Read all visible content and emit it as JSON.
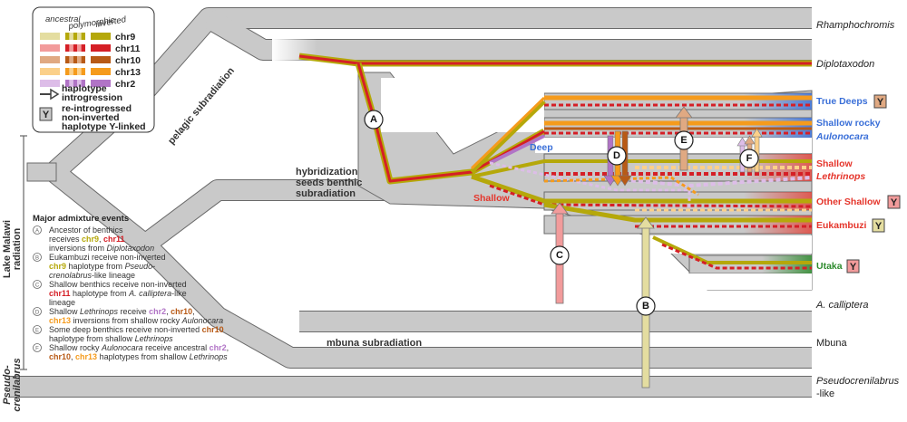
{
  "colors": {
    "band": "#c9c9c9",
    "band_stroke": "#6a6a6a",
    "chr9": "#b5a80a",
    "chr9_anc": "#e4dda0",
    "chr11": "#d51f26",
    "chr11_anc": "#f29b9b",
    "chr10": "#b85a16",
    "chr10_anc": "#e0a982",
    "chr13": "#f59b1c",
    "chr13_anc": "#fbd08a",
    "chr2": "#b174c6",
    "chr2_anc": "#ddbde8",
    "blue": "#3a6fd8",
    "red": "#e5352b",
    "green": "#2e8b2e"
  },
  "legend": {
    "col_ancestral": "ancestral",
    "col_polymorphic": "polymorphic",
    "col_inverted": "inverted",
    "chromosomes": [
      "chr9",
      "chr11",
      "chr10",
      "chr13",
      "chr2"
    ],
    "arrow_line1": "haplotype",
    "arrow_line2": "introgression",
    "y_badge": "Y",
    "y_line1": "re-introgressed",
    "y_line2": "non-inverted",
    "y_line3": "haplotype Y-linked"
  },
  "side": {
    "lake_malawi_line1": "Lake Malawi",
    "lake_malawi_line2": "radiation",
    "pseudo_line1": "Pseudo-",
    "pseudo_line2": "crenilabrus"
  },
  "subradiations": {
    "pelagic": "pelagic subradiation",
    "benthic_line1": "hybridization",
    "benthic_line2": "seeds benthic",
    "benthic_line3": "subradiation",
    "mbuna": "mbuna subradiation"
  },
  "lineages": {
    "deep": "Deep",
    "shallow": "Shallow"
  },
  "tips": {
    "rhamphochromis": "Rhamphochromis",
    "diplotaxodon": "Diplotaxodon",
    "true_deeps": "True Deeps",
    "shallow_rocky_1": "Shallow rocky",
    "shallow_rocky_2": "Aulonocara",
    "shallow_leth_1": "Shallow",
    "shallow_leth_2": "Lethrinops",
    "other_shallow": "Other Shallow",
    "eukambuzi": "Eukambuzi",
    "utaka": "Utaka",
    "a_calliptera": "A. calliptera",
    "mbuna": "Mbuna",
    "pseudo_like_1": "Pseudocrenilabrus",
    "pseudo_like_2": "-like",
    "badge_y": "Y"
  },
  "events_markers": [
    "A",
    "B",
    "C",
    "D",
    "E",
    "F"
  ],
  "events": {
    "title": "Major admixture events",
    "A": {
      "marker": "A",
      "l1": "Ancestor of benthics",
      "l2a": "receives ",
      "l2b": "chr9",
      "l2c": ", ",
      "l2d": "chr11",
      "l3a": "inversions from ",
      "l3b": "Diplotaxodon"
    },
    "B": {
      "marker": "B",
      "l1": "Eukambuzi receive non-inverted",
      "l2a": "chr9",
      "l2b": " haplotype from ",
      "l2c": "Pseudo-",
      "l3a": "crenolabrus",
      "l3b": "-like lineage"
    },
    "C": {
      "marker": "C",
      "l1": "Shallow benthics receive non-inverted",
      "l2a": "chr11",
      "l2b": " haplotype from ",
      "l2c": "A. calliptera",
      "l2d": "-like",
      "l3": "lineage"
    },
    "D": {
      "marker": "D",
      "l1a": "Shallow ",
      "l1b": "Lethrinops",
      "l1c": " receive ",
      "l1d": "chr2",
      "l1e": ", ",
      "l1f": "chr10",
      "l1g": ",",
      "l2a": "chr13",
      "l2b": " inversions from shallow rocky ",
      "l2c": "Aulonocara"
    },
    "E": {
      "marker": "E",
      "l1a": "Some deep benthics receive non-inverted ",
      "l1b": "chr10",
      "l2a": "haplotype from shallow ",
      "l2b": "Lethrinops"
    },
    "F": {
      "marker": "F",
      "l1a": "Shallow rocky ",
      "l1b": "Aulonocara",
      "l1c": " receive ancestral ",
      "l1d": "chr2",
      "l1e": ",",
      "l2a": "chr10",
      "l2b": ", ",
      "l2c": "chr13",
      "l2d": " haplotypes from shallow ",
      "l2e": "Lethrinops"
    }
  }
}
